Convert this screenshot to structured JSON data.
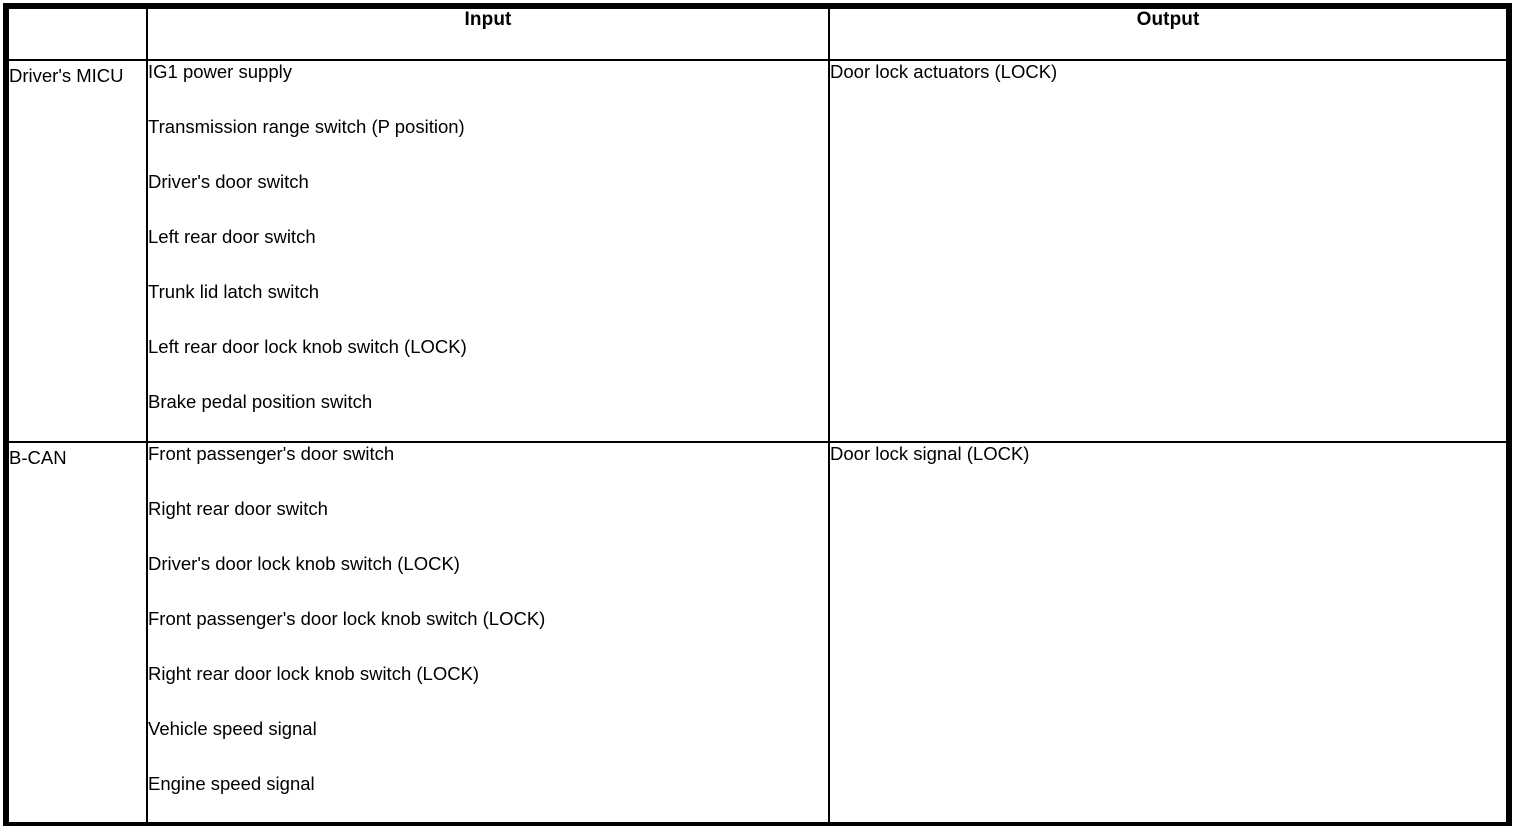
{
  "table": {
    "headers": {
      "corner": "",
      "input": "Input",
      "output": "Output"
    },
    "rows": [
      {
        "system": "Driver's MICU",
        "inputs": [
          "IG1 power supply",
          "Transmission range switch (P position)",
          "Driver's door switch",
          "Left rear door switch",
          "Trunk lid latch switch",
          "Left rear door lock knob switch (LOCK)",
          "Brake pedal position switch"
        ],
        "outputs": [
          "Door lock actuators (LOCK)"
        ]
      },
      {
        "system": "B-CAN",
        "inputs": [
          "Front passenger's door switch",
          "Right rear door switch",
          "Driver's door lock knob switch (LOCK)",
          "Front passenger's door lock knob switch (LOCK)",
          "Right rear door lock knob switch (LOCK)",
          "Vehicle speed signal",
          "Engine speed signal"
        ],
        "outputs": [
          "Door lock signal (LOCK)"
        ]
      }
    ]
  },
  "colors": {
    "border": "#000000",
    "text": "#000000",
    "background": "#ffffff"
  }
}
